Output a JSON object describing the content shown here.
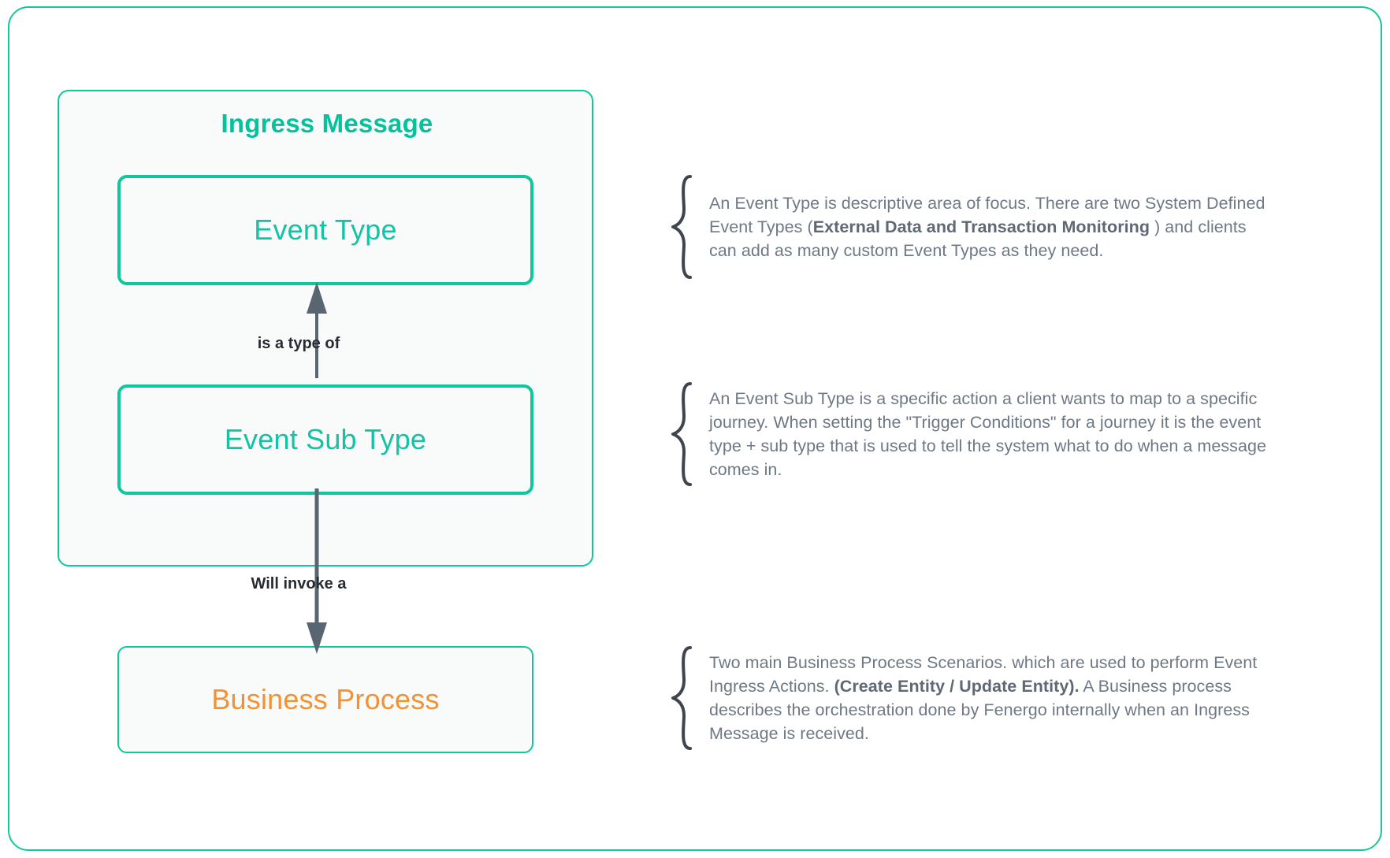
{
  "diagram": {
    "container": {
      "title": "Ingress Message"
    },
    "nodes": [
      {
        "id": "event-type",
        "label": "Event Type",
        "color": "#14c2a4"
      },
      {
        "id": "event-sub-type",
        "label": "Event Sub Type",
        "color": "#14c2a4"
      },
      {
        "id": "business-process",
        "label": "Business Process",
        "color": "#f5912f"
      }
    ],
    "edges": [
      {
        "id": "is-a-type-of",
        "label": "is a type of",
        "direction": "up",
        "from": "event-sub-type",
        "to": "event-type"
      },
      {
        "id": "will-invoke-a",
        "label": "Will invoke a",
        "direction": "down",
        "from": "event-sub-type",
        "to": "business-process"
      }
    ],
    "descriptions": [
      {
        "id": "event-type-description",
        "target": "event-type",
        "segments": [
          {
            "text": "An Event Type is descriptive area of focus. There are two System Defined Event Types (",
            "bold": false
          },
          {
            "text": "External Data and Transaction Monitoring",
            "bold": true
          },
          {
            "text": " ) and clients can add as many custom Event Types as they need.",
            "bold": false
          }
        ]
      },
      {
        "id": "event-sub-type-description",
        "target": "event-sub-type",
        "segments": [
          {
            "text": "An Event Sub Type is a specific action a client wants to map to a specific journey. When setting the \"Trigger Conditions\" for a journey it is the event type + sub type that is used to tell the system what to do when a message comes in.",
            "bold": false
          }
        ]
      },
      {
        "id": "business-process-description",
        "target": "business-process",
        "segments": [
          {
            "text": "Two main Business Process Scenarios. which are used to perform Event Ingress Actions. ",
            "bold": false
          },
          {
            "text": "(Create Entity / Update Entity).",
            "bold": true
          },
          {
            "text": " A Business process describes the orchestration done by Fenergo internally when an Ingress Message is received.",
            "bold": false
          }
        ]
      }
    ],
    "colors": {
      "teal": "#0ec79b",
      "teal_title": "#03c29c",
      "orange": "#f5912f",
      "arrow_gray": "#5a6572",
      "text_gray": "#6f7885",
      "frame": "#16c79a",
      "panel_fill": "#f9fafa"
    }
  }
}
